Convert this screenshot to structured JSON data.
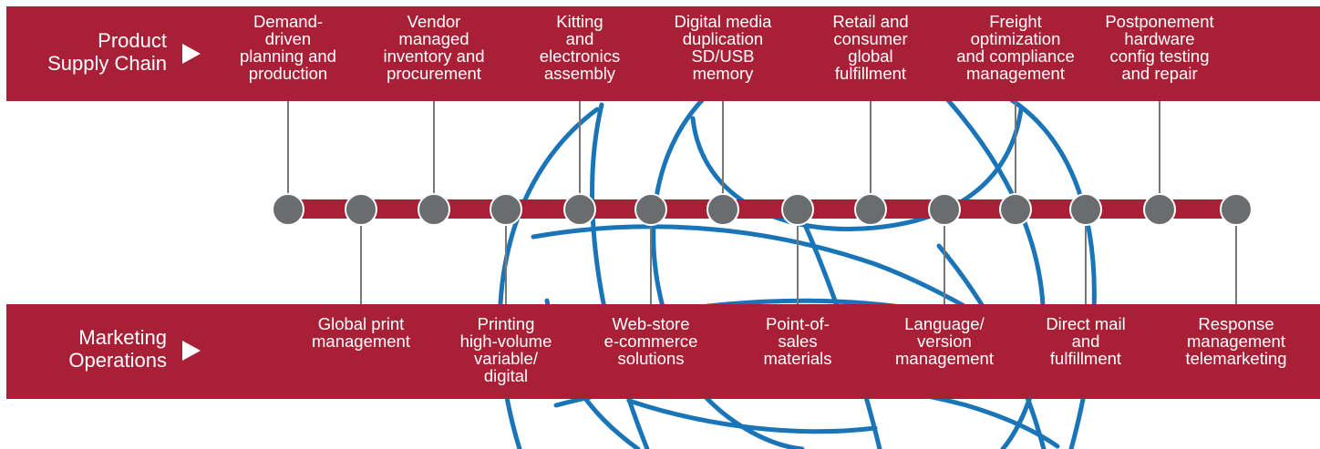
{
  "bands": {
    "product_supply_chain": "Product\nSupply Chain",
    "marketing_operations": "Marketing\nOperations"
  },
  "colors": {
    "band": "#a81f36",
    "node": "#6b6c6e",
    "globe": "#1a74b8",
    "connector": "#777777"
  },
  "supply_steps": [
    "Demand-\ndriven\nplanning and\nproduction",
    "Vendor\nmanaged\ninventory and\nprocurement",
    "Kitting\nand\nelectronics\nassembly",
    "Digital media\nduplication\nSD/USB\nmemory",
    "Retail and\nconsumer\nglobal\nfulfillment",
    "Freight\noptimization\nand compliance\nmanagement",
    "Postponement\nhardware\nconfig testing\nand repair"
  ],
  "marketing_steps": [
    "Global print\nmanagement",
    "Printing\nhigh-volume\nvariable/\ndigital",
    "Web-store\ne-commerce\nsolutions",
    "Point-of-\nsales\nmaterials",
    "Language/\nversion\nmanagement",
    "Direct mail\nand\nfulfillment",
    "Response\nmanagement\ntelemarketing"
  ]
}
